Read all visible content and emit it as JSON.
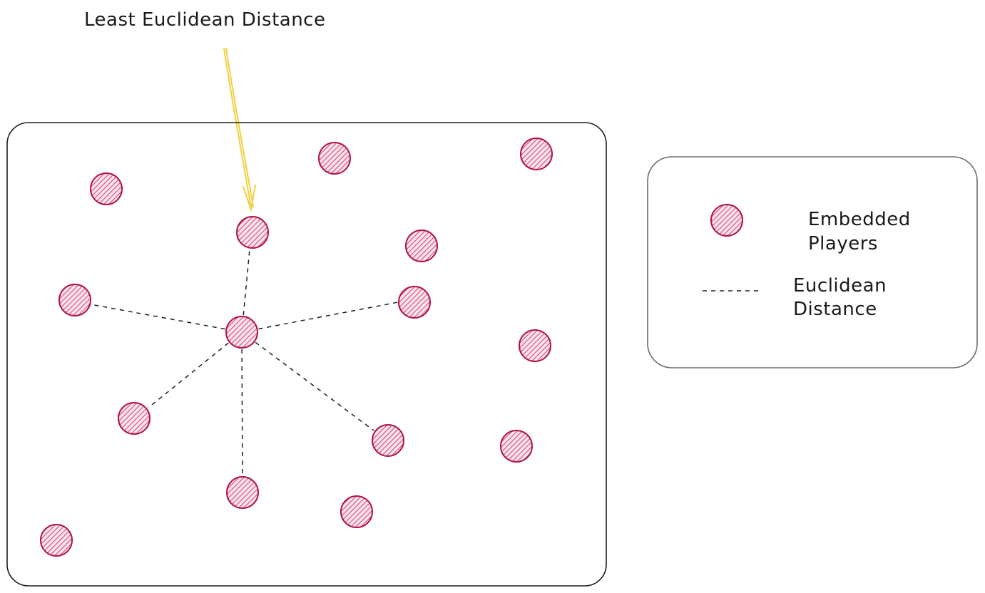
{
  "annotation": {
    "text": "Least Euclidean Distance",
    "arrow_color": "#f0d040"
  },
  "legend": {
    "node_label_line1": "Embedded",
    "node_label_line2": "Players",
    "edge_label_line1": "Euclidean",
    "edge_label_line2": "Distance"
  },
  "colors": {
    "node_fill": "#f4a7c0",
    "node_stroke": "#b0124a",
    "edge": "#1e1e1e"
  },
  "nodes": [
    {
      "id": "n1"
    },
    {
      "id": "n2"
    },
    {
      "id": "n3"
    },
    {
      "id": "n4"
    },
    {
      "id": "n5"
    },
    {
      "id": "n6"
    },
    {
      "id": "n7"
    },
    {
      "id": "n8"
    },
    {
      "id": "n9"
    },
    {
      "id": "n10"
    },
    {
      "id": "n11"
    },
    {
      "id": "n12"
    },
    {
      "id": "n13"
    },
    {
      "id": "n14"
    },
    {
      "id": "n15"
    },
    {
      "id": "n16"
    }
  ]
}
